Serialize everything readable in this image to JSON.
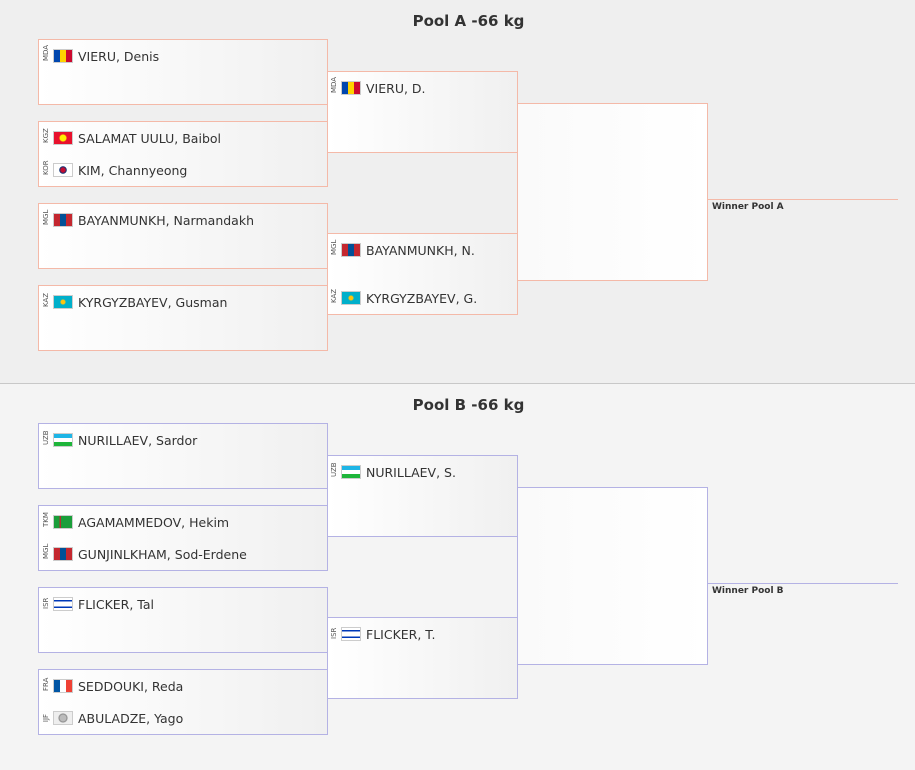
{
  "pools": [
    {
      "title": "Pool A -66 kg",
      "winner_label": "Winner Pool A",
      "round1": [
        [
          {
            "code": "MDA",
            "name": "VIERU, Denis"
          }
        ],
        [
          {
            "code": "KGZ",
            "name": "SALAMAT UULU, Baibol"
          },
          {
            "code": "KOR",
            "name": "KIM, Channyeong"
          }
        ],
        [
          {
            "code": "MGL",
            "name": "BAYANMUNKH, Narmandakh"
          }
        ],
        [
          {
            "code": "KAZ",
            "name": "KYRGYZBAYEV, Gusman"
          }
        ]
      ],
      "round2": [
        [
          {
            "code": "MDA",
            "name": "VIERU, D."
          }
        ],
        [
          {
            "code": "MGL",
            "name": "BAYANMUNKH, N."
          },
          {
            "code": "KAZ",
            "name": "KYRGYZBAYEV, G."
          }
        ]
      ]
    },
    {
      "title": "Pool B -66 kg",
      "winner_label": "Winner Pool B",
      "round1": [
        [
          {
            "code": "UZB",
            "name": "NURILLAEV, Sardor"
          }
        ],
        [
          {
            "code": "TKM",
            "name": "AGAMAMMEDOV, Hekim"
          },
          {
            "code": "MGL",
            "name": "GUNJINLKHAM, Sod-Erdene"
          }
        ],
        [
          {
            "code": "ISR",
            "name": "FLICKER, Tal"
          }
        ],
        [
          {
            "code": "FRA",
            "name": "SEDDOUKI, Reda"
          },
          {
            "code": "IJF",
            "name": "ABULADZE, Yago"
          }
        ]
      ],
      "round2": [
        [
          {
            "code": "UZB",
            "name": "NURILLAEV, S."
          }
        ],
        [
          {
            "code": "ISR",
            "name": "FLICKER, T."
          }
        ]
      ]
    }
  ]
}
